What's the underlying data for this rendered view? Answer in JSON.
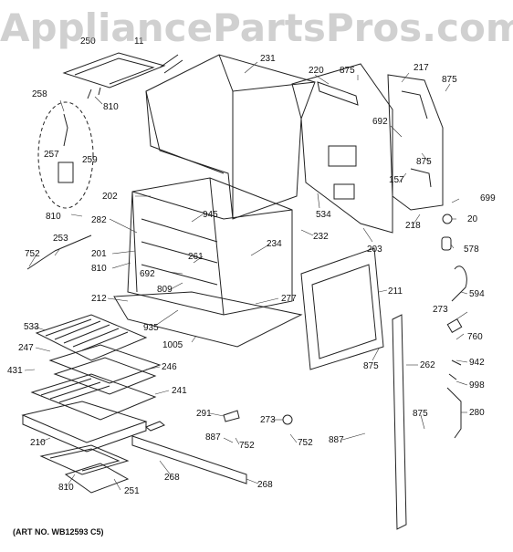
{
  "watermark": "AppliancePartsPros.com",
  "art_number": "(ART NO. WB12593 C5)",
  "part_labels": {
    "p231": "231",
    "p220": "220",
    "p875a": "875",
    "p217": "217",
    "p875b": "875",
    "p258": "258",
    "p810a": "810",
    "p257": "257",
    "p259": "259",
    "p692": "692",
    "p875c": "875",
    "p157": "157",
    "p699": "699",
    "p20": "20",
    "p218": "218",
    "p578": "578",
    "p202": "202",
    "p945": "945",
    "p534": "534",
    "p203": "203",
    "p810b": "810",
    "p282": "282",
    "p232": "232",
    "p253": "253",
    "p201": "201",
    "p752a": "752",
    "p810c": "810",
    "p234": "234",
    "p261": "261",
    "p692b": "692",
    "p809": "809",
    "p277": "277",
    "p211": "211",
    "p594": "594",
    "p212": "212",
    "p935": "935",
    "p273a": "273",
    "p533": "533",
    "p1005": "1005",
    "p760": "760",
    "p247": "247",
    "p875d": "875",
    "p262": "262",
    "p942": "942",
    "p431": "431",
    "p246": "246",
    "p998": "998",
    "p241": "241",
    "p291": "291",
    "p273b": "273",
    "p280": "280",
    "p887a": "887",
    "p752b": "752",
    "p752c": "752",
    "p875e": "875",
    "p210": "210",
    "p887b": "887",
    "p268a": "268",
    "p268b": "268",
    "p810d": "810",
    "p251": "251",
    "p250": "250",
    "p11": "11"
  }
}
